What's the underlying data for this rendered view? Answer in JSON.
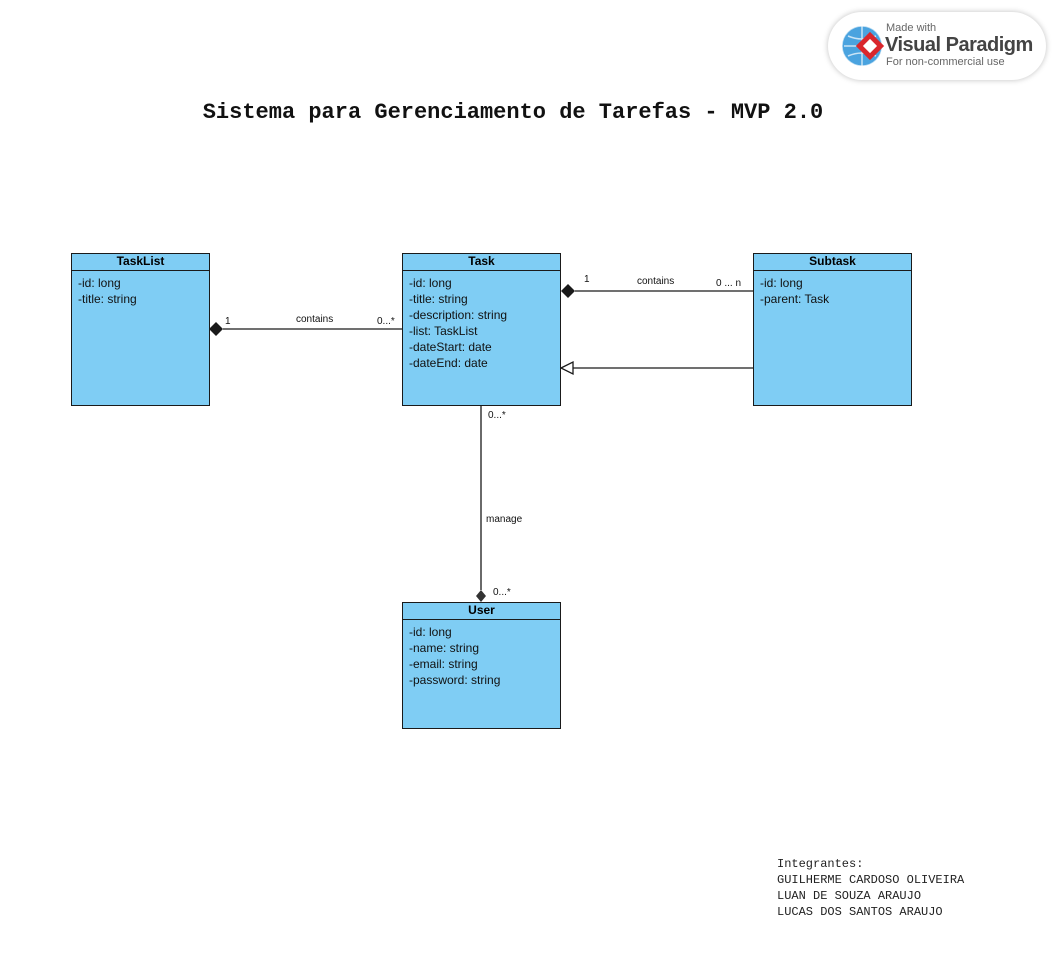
{
  "title": "Sistema para Gerenciamento de Tarefas - MVP 2.0",
  "watermark": {
    "made_with": "Made with",
    "brand": "Visual Paradigm",
    "sub": "For non-commercial use"
  },
  "classes": {
    "tasklist": {
      "name": "TaskList",
      "attrs": [
        "-id: long",
        "-title: string"
      ]
    },
    "task": {
      "name": "Task",
      "attrs": [
        "-id: long",
        "-title: string",
        "-description: string",
        "-list: TaskList",
        "-dateStart: date",
        "-dateEnd: date"
      ]
    },
    "subtask": {
      "name": "Subtask",
      "attrs": [
        "-id: long",
        "-parent: Task"
      ]
    },
    "user": {
      "name": "User",
      "attrs": [
        "-id: long",
        "-name: string",
        "-email: string",
        "-password: string"
      ]
    }
  },
  "relations": {
    "tasklist_task": {
      "label": "contains",
      "from_mult": "1",
      "to_mult": "0...*"
    },
    "task_subtask": {
      "label": "contains",
      "from_mult": "1",
      "to_mult": "0 ... n"
    },
    "task_user": {
      "label": "manage",
      "from_mult": "0...*",
      "to_mult": "0...*"
    }
  },
  "members": {
    "heading": "Integrantes:",
    "names": [
      "GUILHERME CARDOSO OLIVEIRA",
      "LUAN DE SOUZA ARAUJO",
      "LUCAS DOS SANTOS ARAUJO"
    ]
  },
  "colors": {
    "class_fill": "#7fcdf4",
    "line": "#1a1a1a"
  }
}
